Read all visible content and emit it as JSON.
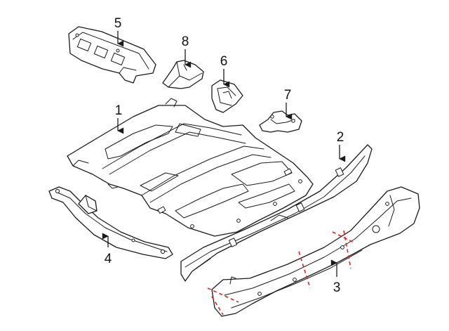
{
  "colors": {
    "line": "#1a1a1a",
    "cut_line": "#e8221a",
    "background": "#ffffff"
  },
  "callouts": {
    "floor_pan": "1",
    "rocker_reinforcement": "2",
    "rocker_panel": "3",
    "crossmember": "4",
    "seat_support": "5",
    "mount_6": "6",
    "bracket_7": "7",
    "mount_8": "8"
  }
}
